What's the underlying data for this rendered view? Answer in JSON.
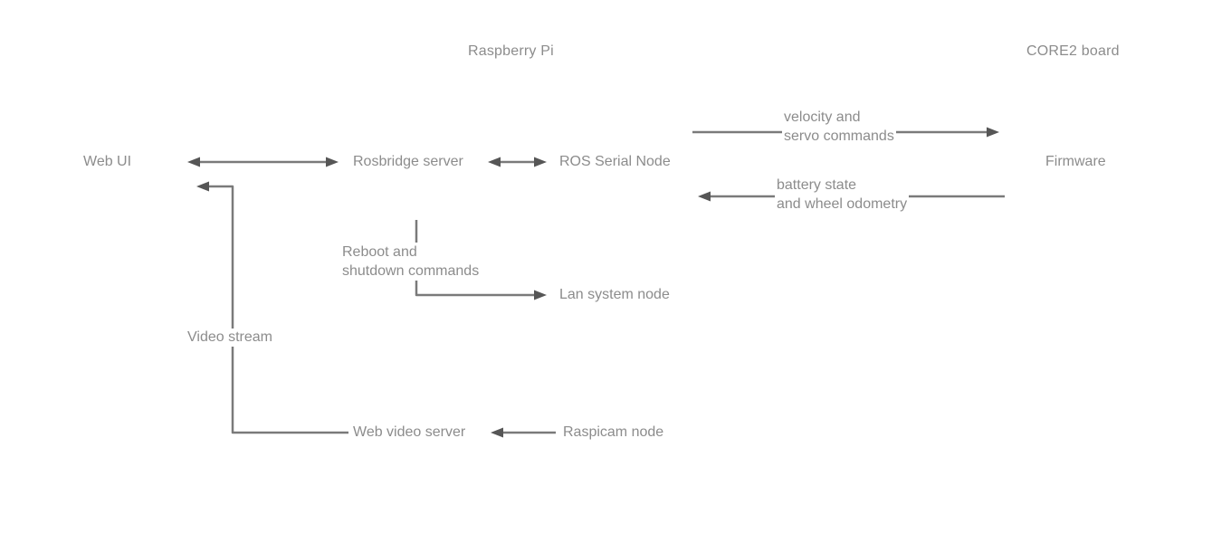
{
  "diagram": {
    "headers": {
      "raspberry_pi": "Raspberry Pi",
      "core2_board": "CORE2 board"
    },
    "nodes": {
      "web_ui": "Web UI",
      "rosbridge_server": "Rosbridge server",
      "ros_serial_node": "ROS Serial Node",
      "firmware": "Firmware",
      "lan_system_node": "Lan system node",
      "web_video_server": "Web video server",
      "raspicam_node": "Raspicam node"
    },
    "edge_labels": {
      "velocity": {
        "line1": "velocity and",
        "line2": "servo commands"
      },
      "battery": {
        "line1": "battery state",
        "line2": "and wheel odometry"
      },
      "reboot": {
        "line1": "Reboot and",
        "line2": "shutdown commands"
      },
      "video_stream": "Video stream"
    },
    "edges": [
      {
        "from": "Web UI",
        "to": "Rosbridge server",
        "direction": "bidirectional",
        "label": ""
      },
      {
        "from": "Rosbridge server",
        "to": "ROS Serial Node",
        "direction": "bidirectional",
        "label": ""
      },
      {
        "from": "ROS Serial Node",
        "to": "Firmware",
        "direction": "to",
        "label": "velocity and servo commands"
      },
      {
        "from": "Firmware",
        "to": "ROS Serial Node",
        "direction": "to",
        "label": "battery state and wheel odometry"
      },
      {
        "from": "Rosbridge server",
        "to": "Lan system node",
        "direction": "to",
        "label": "Reboot and shutdown commands"
      },
      {
        "from": "Raspicam node",
        "to": "Web video server",
        "direction": "to",
        "label": ""
      },
      {
        "from": "Web video server",
        "to": "Web UI",
        "direction": "to",
        "label": "Video stream"
      }
    ],
    "colors": {
      "background": "#ffffff",
      "text": "#8c8c8c",
      "line": "#7a7a7a",
      "arrowhead": "#565656"
    }
  }
}
